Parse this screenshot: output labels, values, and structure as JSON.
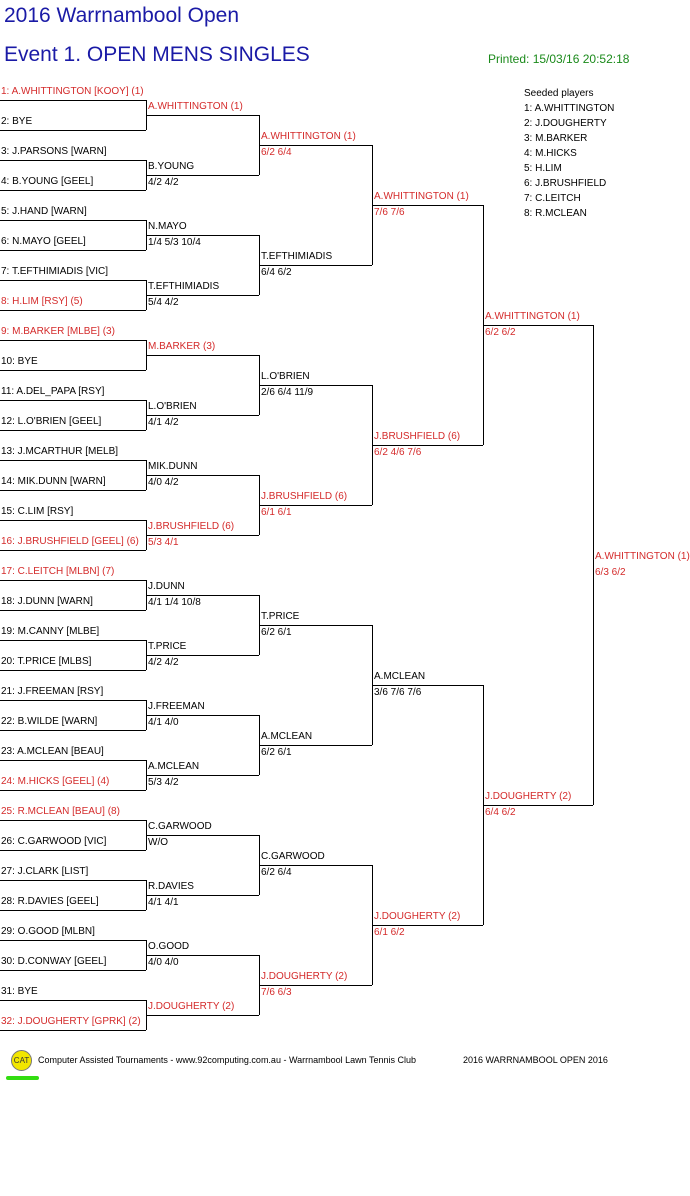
{
  "header": {
    "tournament": "2016 Warrnambool Open",
    "event": "Event 1. OPEN MENS SINGLES",
    "printed": "Printed: 15/03/16 20:52:18"
  },
  "seeds": {
    "heading": "Seeded players",
    "list": [
      "1: A.WHITTINGTON",
      "2: J.DOUGHERTY",
      "3: M.BARKER",
      "4: M.HICKS",
      "5: H.LIM",
      "6: J.BRUSHFIELD",
      "7: C.LEITCH",
      "8: R.MCLEAN"
    ]
  },
  "draw": [
    {
      "text": "1: A.WHITTINGTON [KOOY] (1)",
      "seeded": true
    },
    {
      "text": "2: BYE",
      "seeded": false
    },
    {
      "text": "3: J.PARSONS [WARN]",
      "seeded": false
    },
    {
      "text": "4: B.YOUNG [GEEL]",
      "seeded": false
    },
    {
      "text": "5: J.HAND [WARN]",
      "seeded": false
    },
    {
      "text": "6: N.MAYO [GEEL]",
      "seeded": false
    },
    {
      "text": "7: T.EFTHIMIADIS [VIC]",
      "seeded": false
    },
    {
      "text": "8: H.LIM [RSY] (5)",
      "seeded": true
    },
    {
      "text": "9: M.BARKER [MLBE] (3)",
      "seeded": true
    },
    {
      "text": "10: BYE",
      "seeded": false
    },
    {
      "text": "11: A.DEL_PAPA [RSY]",
      "seeded": false
    },
    {
      "text": "12: L.O'BRIEN [GEEL]",
      "seeded": false
    },
    {
      "text": "13: J.MCARTHUR [MELB]",
      "seeded": false
    },
    {
      "text": "14: MIK.DUNN [WARN]",
      "seeded": false
    },
    {
      "text": "15: C.LIM [RSY]",
      "seeded": false
    },
    {
      "text": "16: J.BRUSHFIELD [GEEL] (6)",
      "seeded": true
    },
    {
      "text": "17: C.LEITCH [MLBN] (7)",
      "seeded": true
    },
    {
      "text": "18: J.DUNN [WARN]",
      "seeded": false
    },
    {
      "text": "19: M.CANNY [MLBE]",
      "seeded": false
    },
    {
      "text": "20: T.PRICE [MLBS]",
      "seeded": false
    },
    {
      "text": "21: J.FREEMAN [RSY]",
      "seeded": false
    },
    {
      "text": "22: B.WILDE [WARN]",
      "seeded": false
    },
    {
      "text": "23: A.MCLEAN [BEAU]",
      "seeded": false
    },
    {
      "text": "24: M.HICKS [GEEL] (4)",
      "seeded": true
    },
    {
      "text": "25: R.MCLEAN [BEAU] (8)",
      "seeded": true
    },
    {
      "text": "26: C.GARWOOD [VIC]",
      "seeded": false
    },
    {
      "text": "27: J.CLARK [LIST]",
      "seeded": false
    },
    {
      "text": "28: R.DAVIES [GEEL]",
      "seeded": false
    },
    {
      "text": "29: O.GOOD [MLBN]",
      "seeded": false
    },
    {
      "text": "30: D.CONWAY [GEEL]",
      "seeded": false
    },
    {
      "text": "31: BYE",
      "seeded": false
    },
    {
      "text": "32: J.DOUGHERTY [GPRK] (2)",
      "seeded": true
    }
  ],
  "rounds": [
    [
      {
        "name": "A.WHITTINGTON (1)",
        "score": "",
        "seeded": true
      },
      {
        "name": "B.YOUNG",
        "score": "4/2 4/2",
        "seeded": false
      },
      {
        "name": "N.MAYO",
        "score": "1/4 5/3 10/4",
        "seeded": false
      },
      {
        "name": "T.EFTHIMIADIS",
        "score": "5/4 4/2",
        "seeded": false
      },
      {
        "name": "M.BARKER (3)",
        "score": "",
        "seeded": true
      },
      {
        "name": "L.O'BRIEN",
        "score": "4/1 4/2",
        "seeded": false
      },
      {
        "name": "MIK.DUNN",
        "score": "4/0 4/2",
        "seeded": false
      },
      {
        "name": "J.BRUSHFIELD (6)",
        "score": "5/3 4/1",
        "seeded": true
      },
      {
        "name": "J.DUNN",
        "score": "4/1 1/4 10/8",
        "seeded": false
      },
      {
        "name": "T.PRICE",
        "score": "4/2 4/2",
        "seeded": false
      },
      {
        "name": "J.FREEMAN",
        "score": "4/1 4/0",
        "seeded": false
      },
      {
        "name": "A.MCLEAN",
        "score": "5/3 4/2",
        "seeded": false
      },
      {
        "name": "C.GARWOOD",
        "score": "W/O",
        "seeded": false
      },
      {
        "name": "R.DAVIES",
        "score": "4/1 4/1",
        "seeded": false
      },
      {
        "name": "O.GOOD",
        "score": "4/0 4/0",
        "seeded": false
      },
      {
        "name": "J.DOUGHERTY (2)",
        "score": "",
        "seeded": true
      }
    ],
    [
      {
        "name": "A.WHITTINGTON (1)",
        "score": "6/2 6/4",
        "seeded": true
      },
      {
        "name": "T.EFTHIMIADIS",
        "score": "6/4 6/2",
        "seeded": false
      },
      {
        "name": "L.O'BRIEN",
        "score": "2/6 6/4 11/9",
        "seeded": false
      },
      {
        "name": "J.BRUSHFIELD (6)",
        "score": "6/1 6/1",
        "seeded": true
      },
      {
        "name": "T.PRICE",
        "score": "6/2 6/1",
        "seeded": false
      },
      {
        "name": "A.MCLEAN",
        "score": "6/2 6/1",
        "seeded": false
      },
      {
        "name": "C.GARWOOD",
        "score": "6/2 6/4",
        "seeded": false
      },
      {
        "name": "J.DOUGHERTY (2)",
        "score": "7/6 6/3",
        "seeded": true
      }
    ],
    [
      {
        "name": "A.WHITTINGTON (1)",
        "score": "7/6 7/6",
        "seeded": true
      },
      {
        "name": "J.BRUSHFIELD (6)",
        "score": "6/2 4/6 7/6",
        "seeded": true
      },
      {
        "name": "A.MCLEAN",
        "score": "3/6 7/6 7/6",
        "seeded": false
      },
      {
        "name": "J.DOUGHERTY (2)",
        "score": "6/1 6/2",
        "seeded": true
      }
    ],
    [
      {
        "name": "A.WHITTINGTON (1)",
        "score": "6/2 6/2",
        "seeded": true
      },
      {
        "name": "J.DOUGHERTY (2)",
        "score": "6/4 6/2",
        "seeded": true
      }
    ],
    [
      {
        "name": "A.WHITTINGTON (1)",
        "score": "6/3 6/2",
        "seeded": true
      }
    ]
  ],
  "footer": {
    "cat_logo": "CAT",
    "credit": "Computer Assisted Tournaments - www.92computing.com.au -  Warrnambool Lawn Tennis Club",
    "event": "2016 WARRNAMBOOL OPEN 2016"
  }
}
